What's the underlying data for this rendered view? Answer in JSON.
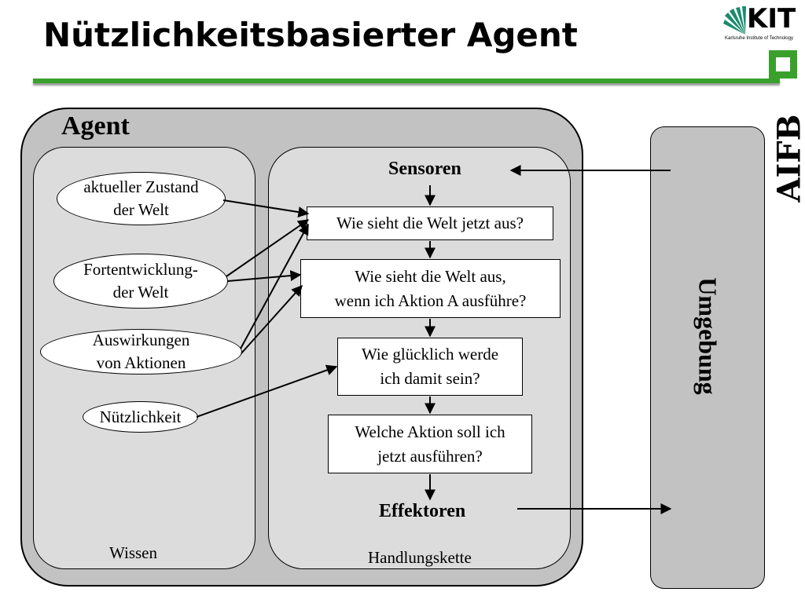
{
  "slide": {
    "title": "Nützlichkeitsbasierter Agent"
  },
  "logos": {
    "kit_text": "KIT",
    "kit_subtitle": "Karlsruhe Institute of Technology",
    "aifb_text": "AIFB"
  },
  "diagram": {
    "agent_label": "Agent",
    "environment_label": "Umgebung",
    "knowledge": {
      "label": "Wissen",
      "items": [
        "aktueller Zustand\nder Welt",
        "Fortentwicklung-\nder Welt",
        "Auswirkungen\nvon Aktionen",
        "Nützlichkeit"
      ]
    },
    "action_chain": {
      "label": "Handlungskette",
      "sensors": "Sensoren",
      "steps": [
        "Wie sieht die Welt jetzt aus?",
        "Wie sieht die Welt aus,\nwenn  ich Aktion A ausführe?",
        "Wie glücklich werde\nich damit sein?",
        "Welche Aktion soll ich\njetzt ausführen?"
      ],
      "effectors": "Effektoren"
    }
  }
}
